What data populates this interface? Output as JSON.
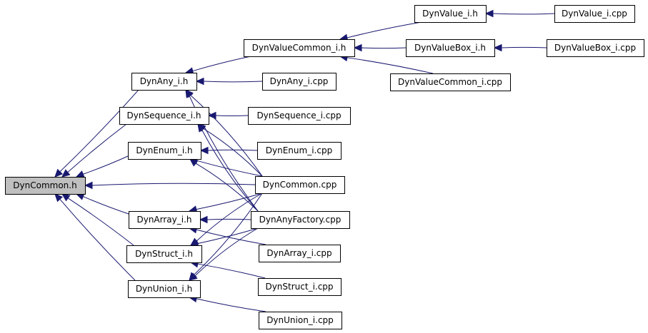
{
  "nodes": [
    {
      "id": "DynCommon_h",
      "label": "DynCommon.h",
      "root": true
    },
    {
      "id": "DynAny_i_h",
      "label": "DynAny_i.h"
    },
    {
      "id": "DynSequence_i_h",
      "label": "DynSequence_i.h"
    },
    {
      "id": "DynEnum_i_h",
      "label": "DynEnum_i.h"
    },
    {
      "id": "DynArray_i_h",
      "label": "DynArray_i.h"
    },
    {
      "id": "DynStruct_i_h",
      "label": "DynStruct_i.h"
    },
    {
      "id": "DynUnion_i_h",
      "label": "DynUnion_i.h"
    },
    {
      "id": "DynValueCommon_i_h",
      "label": "DynValueCommon_i.h"
    },
    {
      "id": "DynValue_i_h",
      "label": "DynValue_i.h"
    },
    {
      "id": "DynValueBox_i_h",
      "label": "DynValueBox_i.h"
    },
    {
      "id": "DynValue_i_cpp",
      "label": "DynValue_i.cpp"
    },
    {
      "id": "DynValueBox_i_cpp",
      "label": "DynValueBox_i.cpp"
    },
    {
      "id": "DynValueCommon_i_cpp",
      "label": "DynValueCommon_i.cpp"
    },
    {
      "id": "DynAny_i_cpp",
      "label": "DynAny_i.cpp"
    },
    {
      "id": "DynSequence_i_cpp",
      "label": "DynSequence_i.cpp"
    },
    {
      "id": "DynEnum_i_cpp",
      "label": "DynEnum_i.cpp"
    },
    {
      "id": "DynCommon_cpp",
      "label": "DynCommon.cpp"
    },
    {
      "id": "DynAnyFactory_cpp",
      "label": "DynAnyFactory.cpp"
    },
    {
      "id": "DynArray_i_cpp",
      "label": "DynArray_i.cpp"
    },
    {
      "id": "DynStruct_i_cpp",
      "label": "DynStruct_i.cpp"
    },
    {
      "id": "DynUnion_i_cpp",
      "label": "DynUnion_i.cpp"
    }
  ],
  "edges": [
    {
      "from": "DynAny_i_h",
      "to": "DynCommon_h"
    },
    {
      "from": "DynSequence_i_h",
      "to": "DynCommon_h"
    },
    {
      "from": "DynEnum_i_h",
      "to": "DynCommon_h"
    },
    {
      "from": "DynCommon_cpp",
      "to": "DynCommon_h"
    },
    {
      "from": "DynArray_i_h",
      "to": "DynCommon_h"
    },
    {
      "from": "DynStruct_i_h",
      "to": "DynCommon_h"
    },
    {
      "from": "DynUnion_i_h",
      "to": "DynCommon_h"
    },
    {
      "from": "DynValueCommon_i_h",
      "to": "DynAny_i_h"
    },
    {
      "from": "DynAny_i_cpp",
      "to": "DynAny_i_h"
    },
    {
      "from": "DynCommon_cpp",
      "to": "DynAny_i_h"
    },
    {
      "from": "DynAnyFactory_cpp",
      "to": "DynAny_i_h"
    },
    {
      "from": "DynValue_i_h",
      "to": "DynValueCommon_i_h"
    },
    {
      "from": "DynValueBox_i_h",
      "to": "DynValueCommon_i_h"
    },
    {
      "from": "DynValueCommon_i_cpp",
      "to": "DynValueCommon_i_h"
    },
    {
      "from": "DynValue_i_cpp",
      "to": "DynValue_i_h"
    },
    {
      "from": "DynValueBox_i_cpp",
      "to": "DynValueBox_i_h"
    },
    {
      "from": "DynSequence_i_cpp",
      "to": "DynSequence_i_h"
    },
    {
      "from": "DynCommon_cpp",
      "to": "DynSequence_i_h"
    },
    {
      "from": "DynAnyFactory_cpp",
      "to": "DynSequence_i_h"
    },
    {
      "from": "DynEnum_i_cpp",
      "to": "DynEnum_i_h"
    },
    {
      "from": "DynCommon_cpp",
      "to": "DynEnum_i_h"
    },
    {
      "from": "DynAnyFactory_cpp",
      "to": "DynEnum_i_h"
    },
    {
      "from": "DynCommon_cpp",
      "to": "DynArray_i_h"
    },
    {
      "from": "DynAnyFactory_cpp",
      "to": "DynArray_i_h"
    },
    {
      "from": "DynArray_i_cpp",
      "to": "DynArray_i_h"
    },
    {
      "from": "DynCommon_cpp",
      "to": "DynStruct_i_h"
    },
    {
      "from": "DynAnyFactory_cpp",
      "to": "DynStruct_i_h"
    },
    {
      "from": "DynStruct_i_cpp",
      "to": "DynStruct_i_h"
    },
    {
      "from": "DynCommon_cpp",
      "to": "DynUnion_i_h"
    },
    {
      "from": "DynAnyFactory_cpp",
      "to": "DynUnion_i_h"
    },
    {
      "from": "DynUnion_i_cpp",
      "to": "DynUnion_i_h"
    }
  ]
}
